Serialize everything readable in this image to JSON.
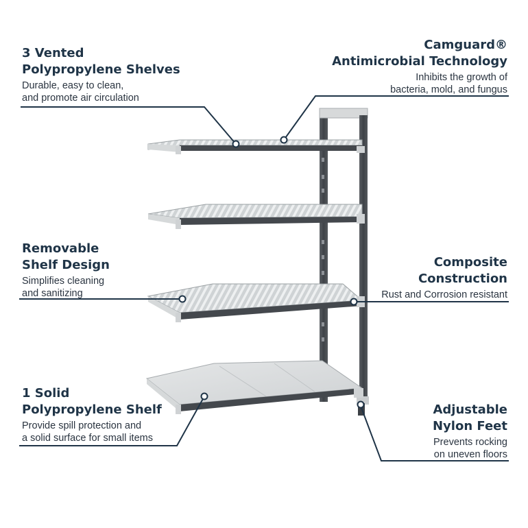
{
  "callouts": {
    "vented_shelves": {
      "title_line1": "3 Vented",
      "title_line2": "Polypropylene Shelves",
      "desc_line1": "Durable, easy to clean,",
      "desc_line2": "and promote air circulation"
    },
    "camguard": {
      "title_line1": "Camguard®",
      "title_line2": "Antimicrobial Technology",
      "desc_line1": "Inhibits the growth of",
      "desc_line2": "bacteria, mold, and fungus"
    },
    "removable": {
      "title_line1": "Removable",
      "title_line2": "Shelf Design",
      "desc_line1": "Simplifies cleaning",
      "desc_line2": "and sanitizing"
    },
    "composite": {
      "title_line1": "Composite",
      "title_line2": "Construction",
      "desc_line1": "Rust and Corrosion resistant"
    },
    "solid_shelf": {
      "title_line1": "1 Solid",
      "title_line2": "Polypropylene Shelf",
      "desc_line1": "Provide spill protection and",
      "desc_line2": "a solid surface for small items"
    },
    "nylon_feet": {
      "title_line1": "Adjustable",
      "title_line2": "Nylon Feet",
      "desc_line1": "Prevents rocking",
      "desc_line2": "on uneven floors"
    }
  },
  "colors": {
    "leader_line": "#1f3447",
    "post": "#4a4e54",
    "shelf_surface": "#d9dcdd",
    "shelf_edge": "#3f4247"
  }
}
